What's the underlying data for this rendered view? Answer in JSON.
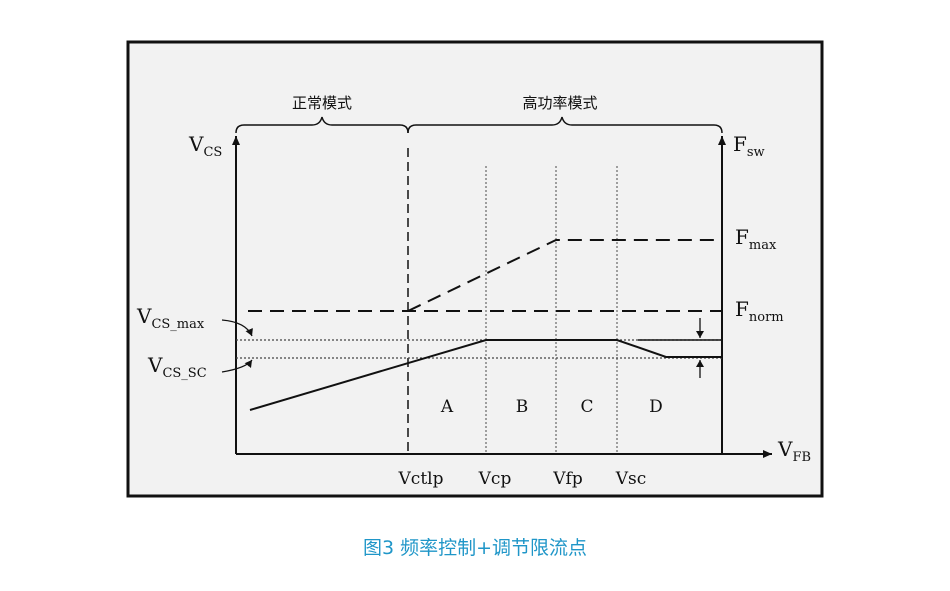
{
  "modes": {
    "normal": "正常模式",
    "high_power": "高功率模式"
  },
  "axes": {
    "left": {
      "main": "V",
      "sub": "CS"
    },
    "right": {
      "main": "F",
      "sub": "sw"
    },
    "bottom": {
      "main": "V",
      "sub": "FB"
    }
  },
  "levels": {
    "fmax": {
      "main": "F",
      "sub": "max"
    },
    "fnorm": {
      "main": "F",
      "sub": "norm"
    },
    "vcs_max": {
      "main": "V",
      "sub": "CS_max"
    },
    "vcs_sc": {
      "main": "V",
      "sub": "CS_SC"
    }
  },
  "regions": [
    "A",
    "B",
    "C",
    "D"
  ],
  "ticks": [
    "Vctlp",
    "Vcp",
    "Vfp",
    "Vsc"
  ],
  "caption": "图3 频率控制+调节限流点"
}
